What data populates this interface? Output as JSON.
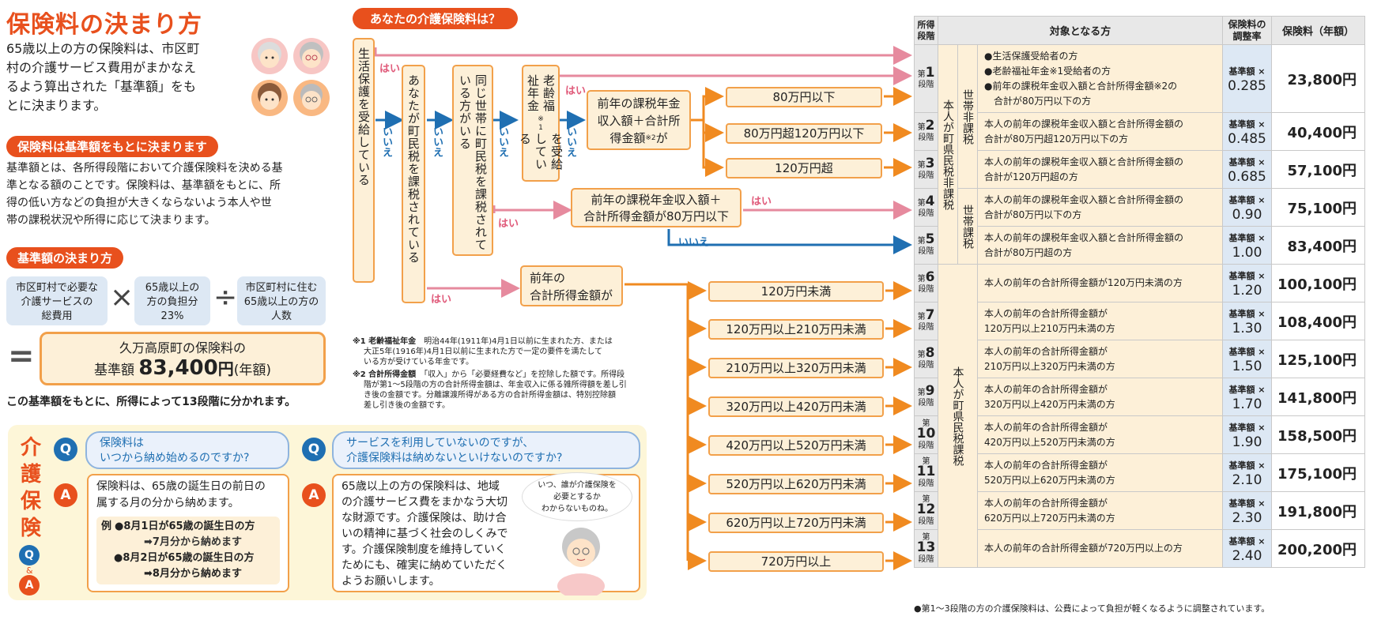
{
  "title": "保険料の決まり方",
  "intro": [
    "65歳以上の方の保険料は、市区町",
    "村の介護サービス費用がまかなえ",
    "るよう算出された「基準額」をも",
    "とに決まります。"
  ],
  "section1": {
    "heading": "保険料は基準額をもとに決まります",
    "lines": [
      "基準額とは、各所得段階において介護保険料を決める基",
      "準となる額のことです。保険料は、基準額をもとに、所",
      "得の低い方などの負担が大きくならないよう本人や世",
      "帯の課税状況や所得に応じて決まります。"
    ]
  },
  "section2": {
    "heading": "基準額の決まり方",
    "box1": [
      "市区町村で必要な",
      "介護サービスの",
      "総費用"
    ],
    "times": "×",
    "box2": [
      "65歳以上の",
      "方の負担分",
      "23%"
    ],
    "divide": "÷",
    "box3": [
      "市区町村に住む",
      "65歳以上の方の",
      "人数"
    ],
    "equals": "=",
    "result_line1": "久万高原町の保険料の",
    "result_prefix": "基準額",
    "result_amount": "83,400",
    "result_unit": "円",
    "result_suffix": "(年額)",
    "closing": "この基準額をもとに、所得によって13段階に分かれます。"
  },
  "flow": {
    "heading": "あなたの介護保険料は？",
    "yes": "はい",
    "no": "いいえ",
    "q1": "生活保護を受給している",
    "q2": "あなたが町民税を課税されている",
    "q3": "同じ世帯に町民税を課税されている方がいる",
    "q4": "老齢福祉年金",
    "q4b": "※1",
    "q4c": "を受給している",
    "q5": [
      "前年の課税年金",
      "収入額＋合計所",
      "得金額"
    ],
    "q5note": "※2",
    "q5tail": "が",
    "r1": "80万円以下",
    "r2": "80万円超120万円以下",
    "r3": "120万円超",
    "q6": [
      "前年の課税年金収入額＋",
      "合計所得金額が80万円以下"
    ],
    "q7": [
      "前年の",
      "合計所得金額が"
    ],
    "r6": "120万円未満",
    "r7": "120万円以上210万円未満",
    "r8": "210万円以上320万円未満",
    "r9": "320万円以上420万円未満",
    "r10": "420万円以上520万円未満",
    "r11": "520万円以上620万円未満",
    "r12": "620万円以上720万円未満",
    "r13": "720万円以上"
  },
  "notes": {
    "n1_label": "※1 老齢福祉年金",
    "n1": [
      "明治44年(1911年)4月1日以前に生まれた方、または",
      "大正5年(1916年)4月1日以前に生まれた方で一定の要件を満たして",
      "いる方が受けている年金です。"
    ],
    "n2_label": "※2 合計所得金額",
    "n2": [
      "「収入」から「必要経費など」を控除した額です。所得段",
      "階が第1～5段階の方の合計所得金額は、年金収入に係る雑所得額を差し引",
      "き後の金額です。分離譲渡所得がある方の合計所得金額は、特別控除額",
      "差し引き後の金額です。"
    ]
  },
  "table": {
    "h_stage": [
      "所得",
      "段階"
    ],
    "h_target": "対象となる方",
    "h_rate": [
      "保険料の",
      "調整率"
    ],
    "h_fee": "保険料（年額）",
    "dai": "第",
    "dankai": "段階",
    "kijun": "基準額 ×",
    "yen": "円",
    "group_a": "本人が町県民税非課税",
    "group_a1": "世帯非課税",
    "group_a2": "世帯課税",
    "group_b": "本人が町県民税課税",
    "rows": [
      {
        "n": "1",
        "desc": [
          "●生活保護受給者の方",
          "●老齢福祉年金※1受給者の方",
          "●前年の課税年金収入額と合計所得金額※2の",
          "　合計が80万円以下の方"
        ],
        "rate": "0.285",
        "fee": "23,800"
      },
      {
        "n": "2",
        "desc": [
          "本人の前年の課税年金収入額と合計所得金額の",
          "合計が80万円超120万円以下の方"
        ],
        "rate": "0.485",
        "fee": "40,400"
      },
      {
        "n": "3",
        "desc": [
          "本人の前年の課税年金収入額と合計所得金額の",
          "合計が120万円超の方"
        ],
        "rate": "0.685",
        "fee": "57,100"
      },
      {
        "n": "4",
        "desc": [
          "本人の前年の課税年金収入額と合計所得金額の",
          "合計が80万円以下の方"
        ],
        "rate": "0.90",
        "fee": "75,100"
      },
      {
        "n": "5",
        "desc": [
          "本人の前年の課税年金収入額と合計所得金額の",
          "合計が80万円超の方"
        ],
        "rate": "1.00",
        "fee": "83,400"
      },
      {
        "n": "6",
        "desc": [
          "本人の前年の合計所得金額が120万円未満の方"
        ],
        "rate": "1.20",
        "fee": "100,100"
      },
      {
        "n": "7",
        "desc": [
          "本人の前年の合計所得金額が",
          "120万円以上210万円未満の方"
        ],
        "rate": "1.30",
        "fee": "108,400"
      },
      {
        "n": "8",
        "desc": [
          "本人の前年の合計所得金額が",
          "210万円以上320万円未満の方"
        ],
        "rate": "1.50",
        "fee": "125,100"
      },
      {
        "n": "9",
        "desc": [
          "本人の前年の合計所得金額が",
          "320万円以上420万円未満の方"
        ],
        "rate": "1.70",
        "fee": "141,800"
      },
      {
        "n": "10",
        "desc": [
          "本人の前年の合計所得金額が",
          "420万円以上520万円未満の方"
        ],
        "rate": "1.90",
        "fee": "158,500"
      },
      {
        "n": "11",
        "desc": [
          "本人の前年の合計所得金額が",
          "520万円以上620万円未満の方"
        ],
        "rate": "2.10",
        "fee": "175,100"
      },
      {
        "n": "12",
        "desc": [
          "本人の前年の合計所得金額が",
          "620万円以上720万円未満の方"
        ],
        "rate": "2.30",
        "fee": "191,800"
      },
      {
        "n": "13",
        "desc": [
          "本人の前年の合計所得金額が720万円以上の方"
        ],
        "rate": "2.40",
        "fee": "200,200"
      }
    ],
    "footnote": "●第1～3段階の方の介護保険料は、公費によって負担が軽くなるように調整されています。"
  },
  "qa": {
    "side": [
      "介",
      "護",
      "保",
      "険"
    ],
    "q_badge": "Q",
    "a_badge": "A",
    "and": "&",
    "q1": [
      "保険料は",
      "いつから納め始めるのですか?"
    ],
    "a1": [
      "保険料は、65歳の誕生日の前日の",
      "属する月の分から納めます。"
    ],
    "ex_label": "例",
    "ex1a": "●8月1日が65歳の誕生日の方",
    "ex1b": "➡7月分から納めます",
    "ex2a": "●8月2日が65歳の誕生日の方",
    "ex2b": "➡8月分から納めます",
    "q2": [
      "サービスを利用していないのですが、",
      "介護保険料は納めないといけないのですか?"
    ],
    "a2": [
      "65歳以上の方の保険料は、地域",
      "の介護サービス費をまかなう大切",
      "な財源です。介護保険は、助け合",
      "いの精神に基づく社会のしくみで",
      "す。介護保険制度を維持していく",
      "ためにも、確実に納めていただく",
      "ようお願いします。"
    ],
    "bubble": [
      "いつ、誰が介護保険を",
      "必要とするか",
      "わからないものね。"
    ]
  }
}
